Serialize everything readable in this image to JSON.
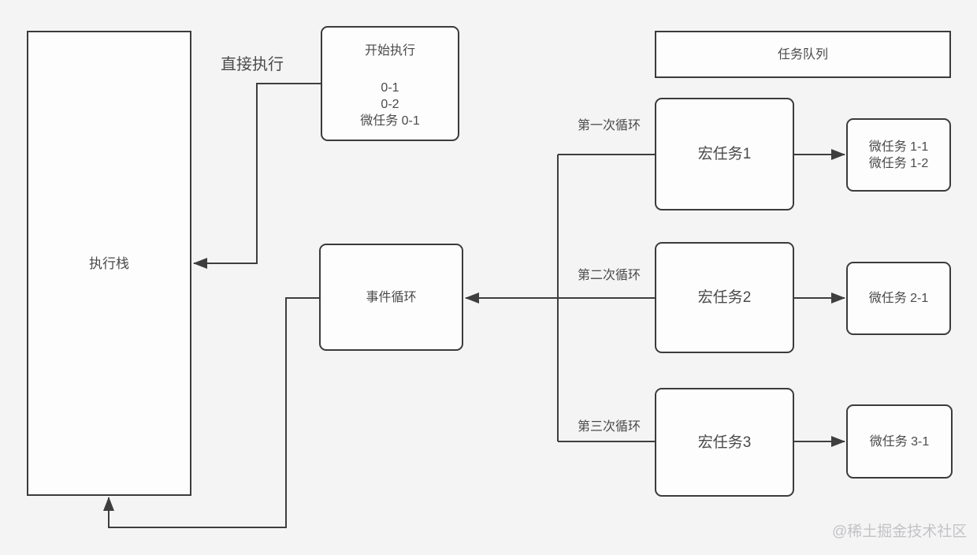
{
  "diagram": {
    "nodes": {
      "exec_stack": {
        "label": "执行栈"
      },
      "start_exec": {
        "title": "开始执行",
        "lines": [
          "0-1",
          "0-2",
          "微任务 0-1"
        ]
      },
      "task_queue": {
        "label": "任务队列"
      },
      "event_loop": {
        "label": "事件循环"
      },
      "macro_task_1": {
        "label": "宏任务1"
      },
      "macro_task_2": {
        "label": "宏任务2"
      },
      "macro_task_3": {
        "label": "宏任务3"
      },
      "micro_task_1": {
        "lines": [
          "微任务 1-1",
          "微任务 1-2"
        ]
      },
      "micro_task_2": {
        "label": "微任务 2-1"
      },
      "micro_task_3": {
        "label": "微任务 3-1"
      }
    },
    "labels": {
      "direct_exec": "直接执行",
      "loop_1": "第一次循环",
      "loop_2": "第二次循环",
      "loop_3": "第三次循环"
    },
    "watermark": "@稀土掘金技术社区",
    "colors": {
      "background": "#f4f4f5",
      "node_fill": "#fdfdfd",
      "line": "#3e3e3e",
      "text": "#4a4a4a",
      "watermark": "#c3c3c6"
    }
  }
}
